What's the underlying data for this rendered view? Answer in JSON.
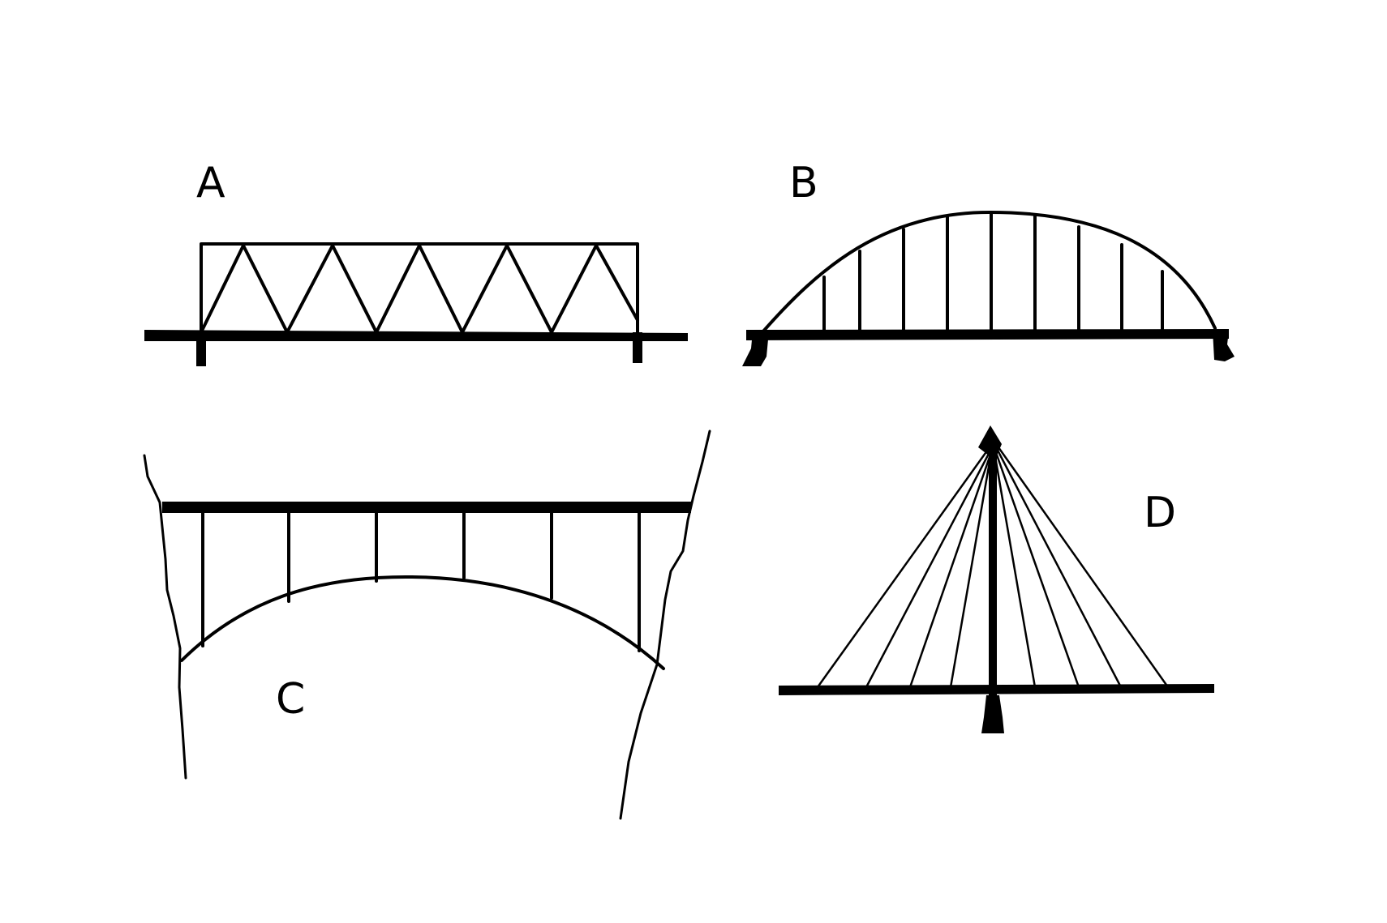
{
  "panels": [
    {
      "id": "A",
      "label": "A",
      "bridge_type": "truss"
    },
    {
      "id": "B",
      "label": "B",
      "bridge_type": "through-arch"
    },
    {
      "id": "C",
      "label": "C",
      "bridge_type": "deck-arch"
    },
    {
      "id": "D",
      "label": "D",
      "bridge_type": "cable-stayed"
    }
  ],
  "colors": {
    "ink": "#000000",
    "paper": "#ffffff"
  }
}
